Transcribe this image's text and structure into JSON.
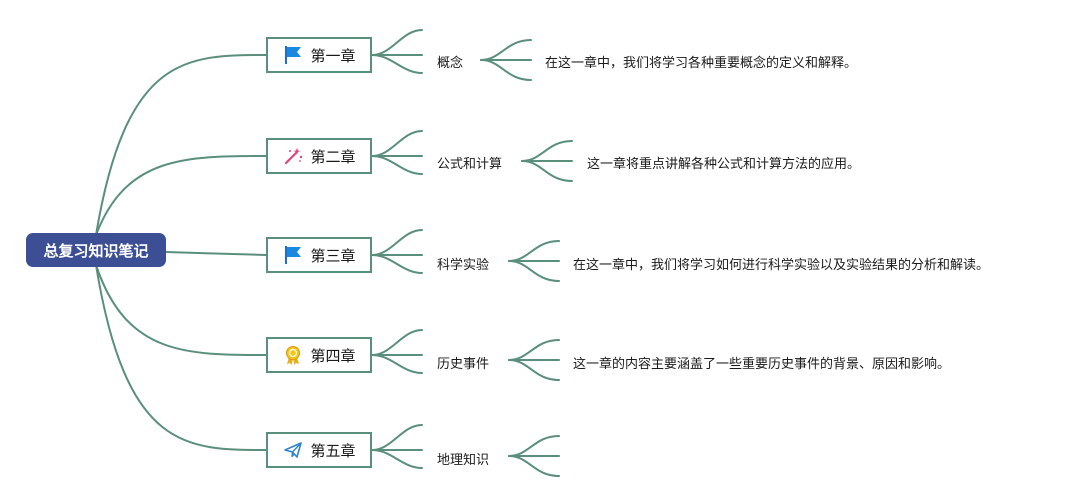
{
  "root": {
    "title": "总复习知识笔记"
  },
  "chapters": [
    {
      "label": "第一章",
      "icon": "blue-flag-icon",
      "topic": "概念",
      "description": "在这一章中，我们将学习各种重要概念的定义和解释。"
    },
    {
      "label": "第二章",
      "icon": "magic-wand-icon",
      "topic": "公式和计算",
      "description": "这一章将重点讲解各种公式和计算方法的应用。"
    },
    {
      "label": "第三章",
      "icon": "blue-flag-icon",
      "topic": "科学实验",
      "description": "在这一章中，我们将学习如何进行科学实验以及实验结果的分析和解读。"
    },
    {
      "label": "第四章",
      "icon": "award-medal-icon",
      "topic": "历史事件",
      "description": "这一章的内容主要涵盖了一些重要历史事件的背景、原因和影响。"
    },
    {
      "label": "第五章",
      "icon": "paper-plane-icon",
      "topic": "地理知识",
      "description": ""
    }
  ],
  "colors": {
    "root_fill": "#3c4f94",
    "connector": "#5a8f7b",
    "chapter_border": "#5a8f7b"
  }
}
